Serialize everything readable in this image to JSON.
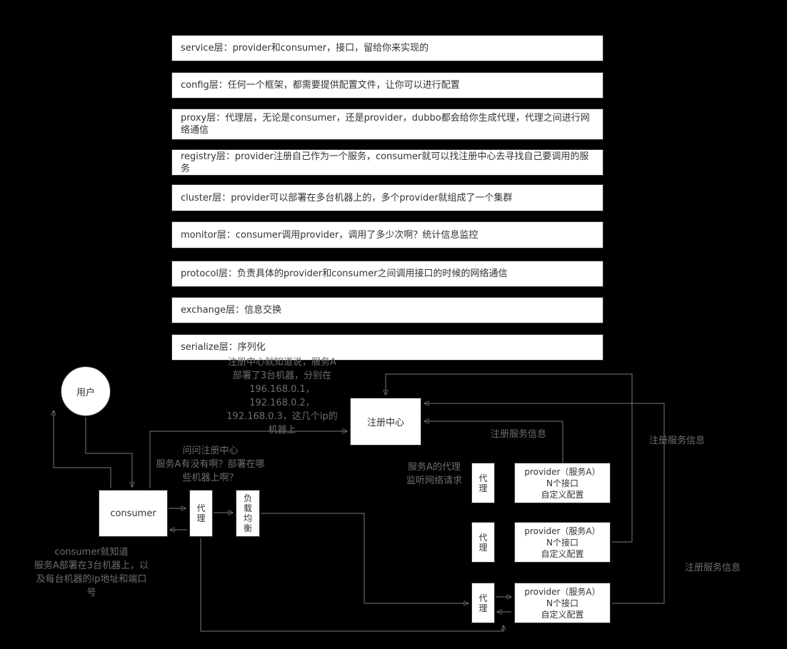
{
  "colors": {
    "background": "#000000",
    "box_fill": "#ffffff",
    "box_border": "#333333",
    "box_text": "#333333",
    "annotation_text": "#6e6e6e",
    "connector_line": "#7a7a7a"
  },
  "layers": [
    "service层：provider和consumer，接口，留给你来实现的",
    "config层：任何一个框架，都需要提供配置文件，让你可以进行配置",
    "proxy层：代理层，无论是consumer，还是provider，dubbo都会给你生成代理，代理之间进行网络通信",
    "registry层：provider注册自己作为一个服务，consumer就可以找注册中心去寻找自己要调用的服务",
    "cluster层：provider可以部署在多台机器上的，多个provider就组成了一个集群",
    "monitor层：consumer调用provider，调用了多少次啊？统计信息监控",
    "protocol层：负责具体的provider和consumer之间调用接口的时候的网络通信",
    "exchange层：信息交换",
    "serialize层：序列化"
  ],
  "nodes": {
    "user": "用户",
    "consumer": "consumer",
    "consumer_proxy": "代\n理",
    "load_balancer": "负\n载\n均\n衡",
    "registry": "注册中心"
  },
  "providers": [
    {
      "proxy": "代\n理",
      "label": "provider（服务A）\nN个接口\n自定义配置"
    },
    {
      "proxy": "代\n理",
      "label": "provider（服务A）\nN个接口\n自定义配置"
    },
    {
      "proxy": "代\n理",
      "label": "provider（服务A）\nN个接口\n自定义配置"
    }
  ],
  "annotations": {
    "registry_knows": "注册中心就知道说，服务A\n部署了3台机器，分别在\n196.168.0.1，\n192.168.0.2，\n192.168.0.3，这几个ip的\n机器上",
    "ask_registry": "问问注册中心\n服务A有没有啊？部署在哪\n些机器上啊？",
    "proxy_listen": "服务A的代理\n监听网络请求",
    "register_info_1": "注册服务信息",
    "register_info_2": "注册服务信息",
    "register_info_3": "注册服务信息",
    "consumer_knows": "consumer就知道\n服务A部署在3台机器上，以\n及每台机器的ip地址和端口\n号"
  }
}
